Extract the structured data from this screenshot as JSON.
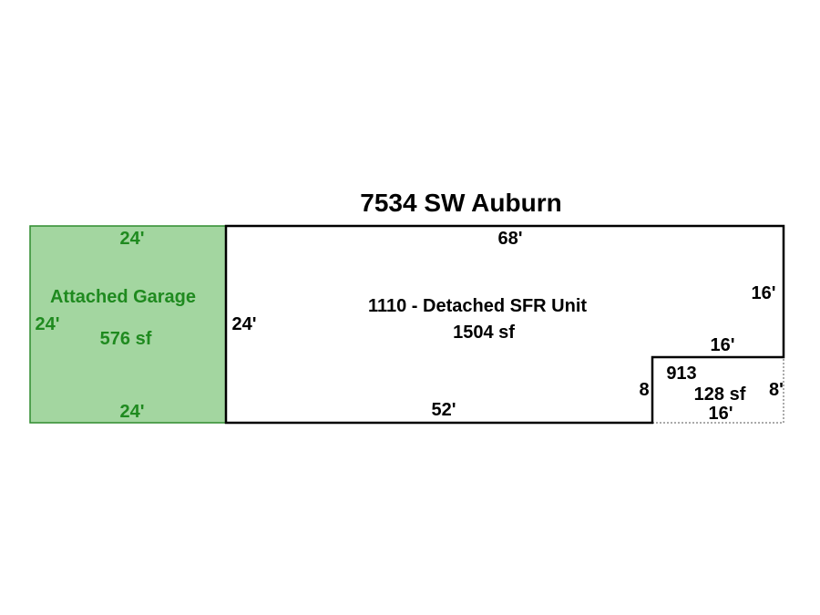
{
  "title": "7534 SW Auburn",
  "colors": {
    "garage_fill": "#a3d6a0",
    "garage_stroke": "#2e8b2e",
    "garage_text": "#1f8a1f",
    "outline": "#000000"
  },
  "garage": {
    "name": "Attached Garage",
    "area": "576 sf",
    "top_dim": "24'",
    "left_dim": "24'",
    "bottom_dim": "24'"
  },
  "main_unit": {
    "name": "1110 - Detached SFR Unit",
    "area": "1504 sf",
    "top_dim": "68'",
    "left_dim": "24'",
    "right_dim": "16'",
    "notch_top_dim": "16'",
    "notch_side_dim": "8",
    "bottom_dim": "52'"
  },
  "extension": {
    "code": "913",
    "area": "128 sf",
    "right_dim": "8'",
    "bottom_dim": "16'"
  }
}
